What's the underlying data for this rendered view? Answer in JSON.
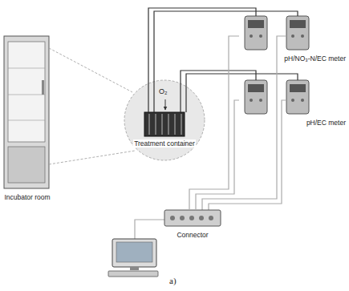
{
  "diagram": {
    "caption": "a)",
    "nodes": [
      {
        "text": [
          "Incubator room"
        ]
      },
      {
        "text": [
          "Treatment container"
        ]
      },
      {
        "text": [
          "pH/NO₃-N/EC meter"
        ]
      },
      {
        "text": [
          "pH/EC meter"
        ]
      },
      {
        "text": [
          "Connector"
        ]
      }
    ],
    "edges": [
      {
        "from": 1,
        "to": 2,
        "arrow": "none"
      },
      {
        "from": 1,
        "to": 3,
        "arrow": "none"
      },
      {
        "from": 2,
        "to": 4,
        "arrow": "none"
      },
      {
        "from": 3,
        "to": 4,
        "arrow": "none"
      }
    ],
    "labels": [
      "O₂"
    ]
  }
}
